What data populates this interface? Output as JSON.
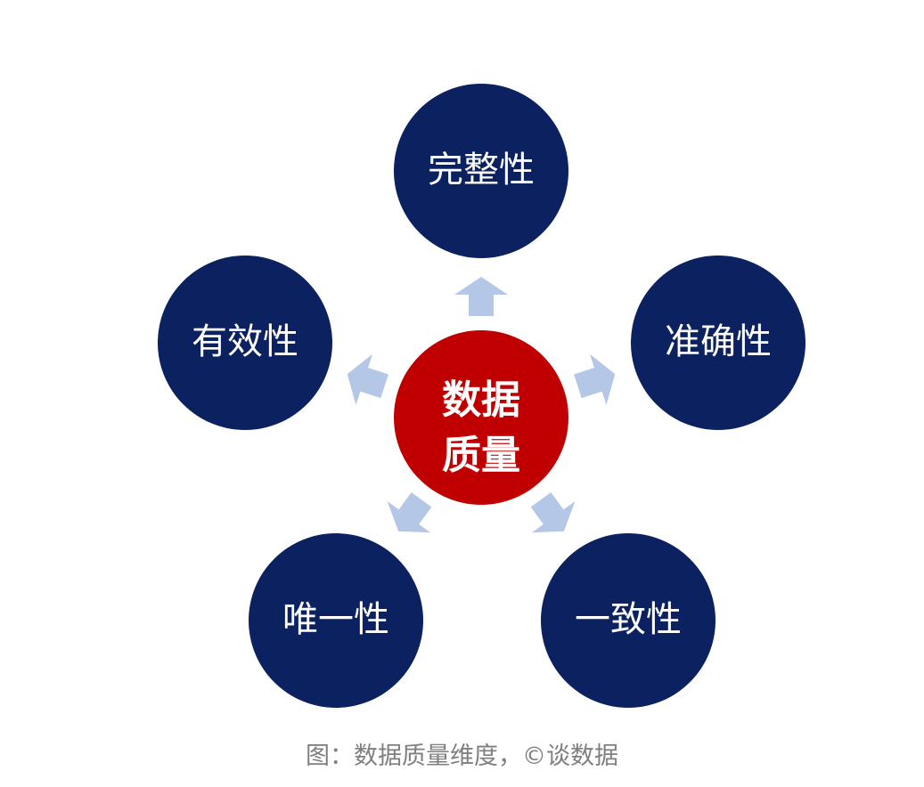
{
  "diagram": {
    "center": {
      "line1": "数据",
      "line2": "质量",
      "color": "#c00000"
    },
    "node_color": "#0b2160",
    "arrow_color": "#b4c7e7",
    "nodes": [
      {
        "label": "完整性"
      },
      {
        "label": "准确性"
      },
      {
        "label": "一致性"
      },
      {
        "label": "唯一性"
      },
      {
        "label": "有效性"
      }
    ]
  },
  "caption": "图：数据质量维度，©谈数据"
}
